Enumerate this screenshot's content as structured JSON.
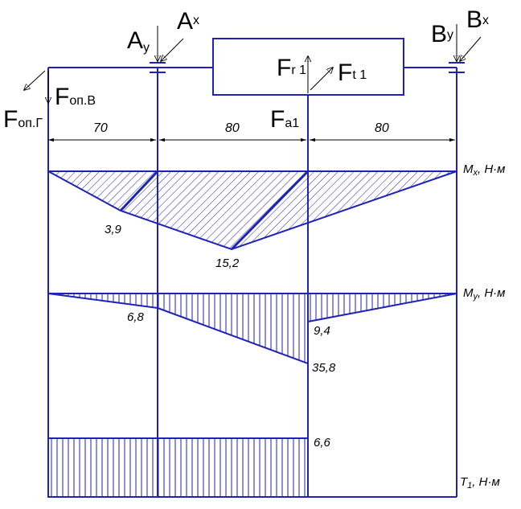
{
  "colors": {
    "line": "#1f22b8",
    "hatch": "#1f22b8",
    "text": "#000000",
    "arrow": "#000000"
  },
  "forces": {
    "ay_main": "A",
    "ay_sub": "y",
    "ax_main": "A",
    "ax_sub": "x",
    "by_main": "B",
    "by_sub": "y",
    "bx_main": "B",
    "bx_sub": "x",
    "fr_main": "F",
    "fr_sub": "r 1",
    "ft_main": "F",
    "ft_sub": "t 1",
    "fa_main": "F",
    "fa_sub": "a1",
    "fopv_main": "F",
    "fopv_sub": "оп.В",
    "fopg_main": "F",
    "fopg_sub": "оп.Г"
  },
  "dimensions": {
    "d1": "70",
    "d2": "80",
    "d3": "80"
  },
  "diagrams": {
    "mx": {
      "label_main": "M",
      "label_sub": "x",
      "label_unit": ", Н·м",
      "v1": "3,9",
      "v2": "15,2"
    },
    "my": {
      "label_main": "M",
      "label_sub": "y",
      "label_unit": ", Н·м",
      "v1": "6,8",
      "v2": "9,4",
      "v3": "35,8"
    },
    "t": {
      "label_main": "T",
      "label_sub": "1",
      "label_unit": ", Н·м",
      "v1": "6,6"
    }
  }
}
